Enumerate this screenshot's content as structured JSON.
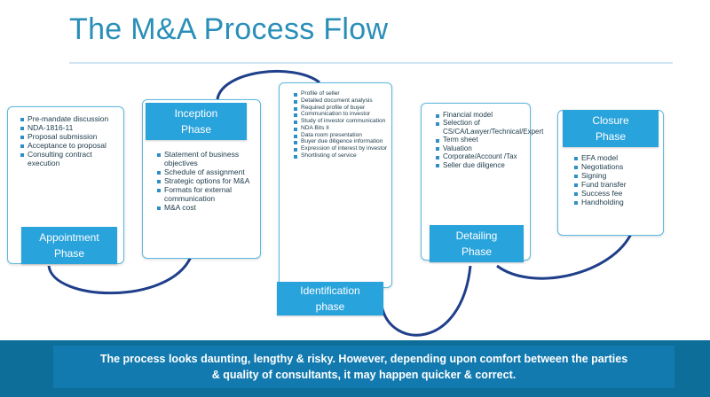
{
  "title": "The M&A Process Flow",
  "phases": [
    {
      "label_line1": "Appointment",
      "label_line2": "Phase",
      "items": [
        "Pre-mandate discussion",
        "NDA-1816-11",
        "Proposal submission",
        "Acceptance to proposal",
        "Consulting contract execution"
      ]
    },
    {
      "label_line1": "Inception",
      "label_line2": "Phase",
      "items": [
        "Statement of business objectives",
        "Schedule of assignment",
        "Strategic options for M&A",
        "Formats for external communication",
        "M&A cost"
      ]
    },
    {
      "label_line1": "Identification",
      "label_line2": "phase",
      "items": [
        "Profile of seller",
        "Detailed document analysis",
        "Required profile of buyer",
        "Communication to investor",
        "Study of investor communication",
        "NDA Bits II",
        "Data room presentation",
        "Buyer due diligence information",
        "Expression of interest by investor",
        "Shortlisting of service"
      ]
    },
    {
      "label_line1": "Detailing",
      "label_line2": "Phase",
      "items": [
        "Financial model",
        "Selection of CS/CA/Lawyer/Technical/Expert",
        "Term sheet",
        "Valuation",
        "Corporate/Account /Tax",
        "Seller due diligence"
      ]
    },
    {
      "label_line1": "Closure",
      "label_line2": "Phase",
      "items": [
        "EFA model",
        "Negotiations",
        "Signing",
        "Fund transfer",
        "Success fee",
        "Handholding"
      ]
    }
  ],
  "footer": {
    "line1": "The process looks daunting, lengthy & risky. However, depending upon comfort between the parties",
    "line2": "& quality of consultants, it may happen quicker & correct."
  },
  "colors": {
    "title": "#2a8fb8",
    "phase_box": "#29a3dc",
    "card_border": "#5cb8e0",
    "connector": "#1f3f8a",
    "banner": "#137ab0"
  }
}
